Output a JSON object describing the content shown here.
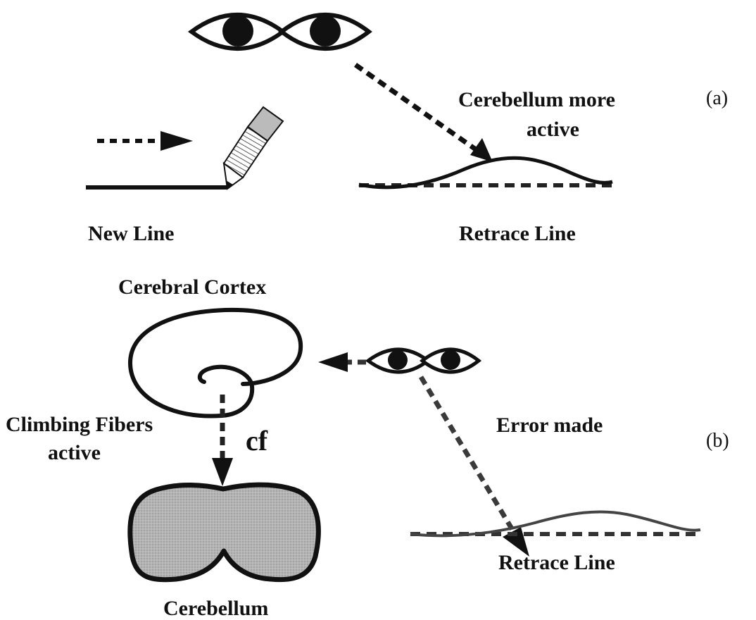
{
  "panel_a": {
    "tag": "(a)",
    "new_line_label": "New Line",
    "retrace_label": "Retrace Line",
    "cerebellum_note_line1": "Cerebellum more",
    "cerebellum_note_line2": "active"
  },
  "panel_b": {
    "tag": "(b)",
    "cortex_label": "Cerebral Cortex",
    "climbing_line1": "Climbing Fibers",
    "climbing_line2": "active",
    "cf_label": "cf",
    "error_label": "Error made",
    "retrace_label": "Retrace Line",
    "cerebellum_label": "Cerebellum"
  },
  "colors": {
    "ink": "#111111",
    "cerebellum_fill": "#a8a8a8",
    "dashed_arrow": "#3a3a3a"
  }
}
